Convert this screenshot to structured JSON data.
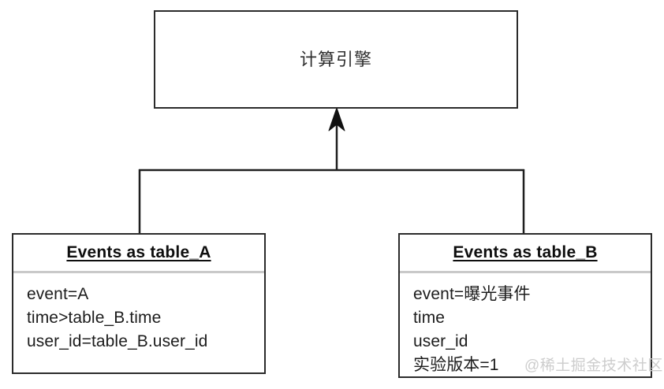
{
  "diagram": {
    "title": "计算引擎",
    "engine": {
      "label": "计算引擎"
    },
    "tables": [
      {
        "id": "table_a",
        "header": "Events as table_A",
        "fields": [
          "event=A",
          "time>table_B.time",
          "user_id=table_B.user_id"
        ]
      },
      {
        "id": "table_b",
        "header": "Events as table_B",
        "fields": [
          "event=曝光事件",
          "time",
          "user_id",
          "实验版本=1"
        ]
      }
    ],
    "connector": {
      "arrow_icon": "arrow-up-icon",
      "direction": "tables-to-engine"
    },
    "watermark": "@稀土掘金技术社区",
    "colors": {
      "border": "#2b2b2b",
      "text": "#1c1c1c",
      "divider": "#c9c9c9",
      "watermark": "#cdcdcd",
      "background": "#ffffff"
    }
  }
}
